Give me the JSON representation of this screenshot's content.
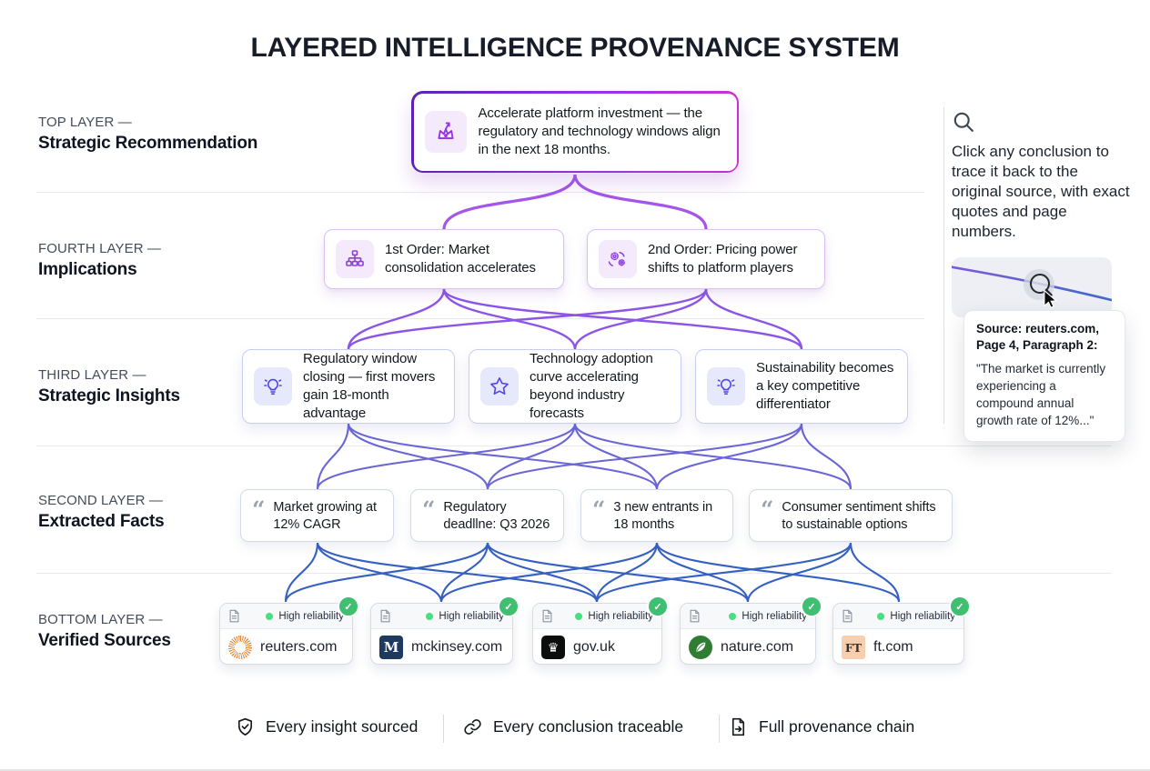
{
  "title": "LAYERED INTELLIGENCE PROVENANCE SYSTEM",
  "layers": [
    {
      "eyebrow": "TOP LAYER —",
      "name": "Strategic Recommendation"
    },
    {
      "eyebrow": "FOURTH LAYER —",
      "name": "Implications"
    },
    {
      "eyebrow": "THIRD LAYER —",
      "name": "Strategic Insights"
    },
    {
      "eyebrow": "SECOND LAYER —",
      "name": "Extracted Facts"
    },
    {
      "eyebrow": "BOTTOM LAYER —",
      "name": "Verified Sources"
    }
  ],
  "recommendation": {
    "icon": "crown-icon",
    "text": "Accelerate platform investment — the regulatory and technology windows align in the next 18 months."
  },
  "implications": [
    {
      "icon": "org-chart-icon",
      "text": "1st Order: Market consolidation accelerates"
    },
    {
      "icon": "gears-icon",
      "text": "2nd Order: Pricing power shifts to platform players"
    }
  ],
  "insights": [
    {
      "icon": "lightbulb-icon",
      "text": "Regulatory window closing — first movers gain 18-month advantage"
    },
    {
      "icon": "star-icon",
      "text": "Technology adoption curve accelerating beyond industry forecasts"
    },
    {
      "icon": "lightbulb-icon",
      "text": "Sustainability becomes a key competitive differentiator"
    }
  ],
  "facts": [
    {
      "icon": "quote-icon",
      "text": "Market growing at 12% CAGR"
    },
    {
      "icon": "quote-icon",
      "text": "Regulatory deadllne: Q3 2026"
    },
    {
      "icon": "quote-icon",
      "text": "3 new entrants in 18 months"
    },
    {
      "icon": "quote-icon",
      "text": "Consumer sentiment shifts to sustainable options"
    }
  ],
  "sources": [
    {
      "domain": "reuters.com",
      "reliability": "High reliability",
      "logo": "reuters-sunburst-logo",
      "verified": true
    },
    {
      "domain": "mckinsey.com",
      "reliability": "High reliability",
      "logo": "mckinsey-m-logo",
      "verified": true
    },
    {
      "domain": "gov.uk",
      "reliability": "High reliability",
      "logo": "govuk-crown-logo",
      "verified": true
    },
    {
      "domain": "nature.com",
      "reliability": "High reliability",
      "logo": "nature-leaf-logo",
      "verified": true
    },
    {
      "domain": "ft.com",
      "reliability": "High reliability",
      "logo": "ft-logo",
      "verified": true
    }
  ],
  "sidebar": {
    "icon": "magnifier-icon",
    "description": "Click any conclusion to trace it back to the original source, with exact quotes and page numbers.",
    "tooltip": {
      "heading": "Source: reuters.com, Page 4, Paragraph 2:",
      "quote": "\"The market is currently experiencing a compound annual growth rate of 12%...\""
    }
  },
  "footer": [
    {
      "icon": "shield-check-icon",
      "label": "Every insight sourced"
    },
    {
      "icon": "link-icon",
      "label": "Every conclusion traceable"
    },
    {
      "icon": "file-arrow-icon",
      "label": "Full provenance chain"
    }
  ],
  "glyphs": {
    "check": "✓",
    "quote_mark": "“"
  },
  "logos": {
    "mckinsey_letter": "M",
    "ft_letters": "FT",
    "govuk_crown": "♛"
  },
  "colors": {
    "gradient_start": "#5b21b6",
    "gradient_end": "#c92fd6",
    "connector_purple": "#a455ea",
    "connector_violet": "#8d55e6",
    "connector_indigo": "#6b66d6",
    "connector_blue": "#3560c2",
    "success_green": "#3fbf72",
    "reuters_orange": "#e58a3a",
    "mckinsey_navy": "#1f3a5f",
    "govuk_black": "#0b0c0c",
    "nature_green": "#2e7d33",
    "ft_peach": "#f7cfae"
  }
}
